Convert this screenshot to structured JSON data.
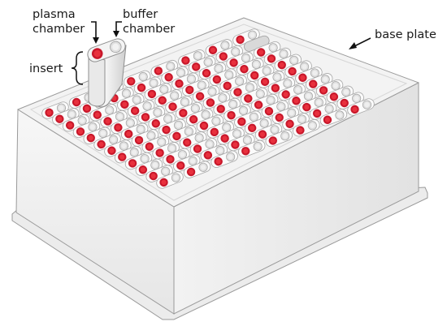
{
  "labels": {
    "plasma_line1": "plasma",
    "plasma_line2": "chamber",
    "buffer_line1": "buffer",
    "buffer_line2": "chamber",
    "insert": "insert",
    "base_plate": "base plate"
  },
  "plate": {
    "rows": 8,
    "columns": 12
  },
  "colors": {
    "plasma": "#c8182b",
    "plasma_core": "#e8303d",
    "plate_fill": "#f3f3f3",
    "plate_outline": "#9a9a9a"
  }
}
